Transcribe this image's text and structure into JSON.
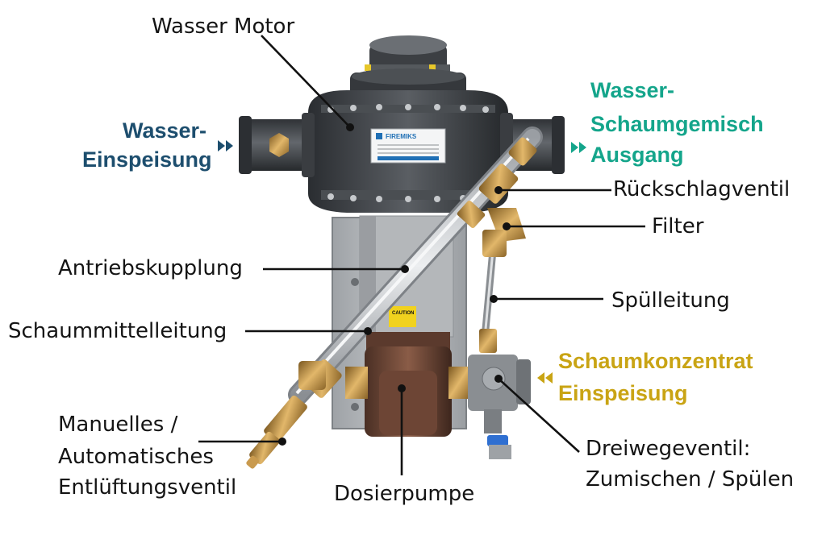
{
  "labels": {
    "wasser_motor": "Wasser Motor",
    "wasser_einspeisung": [
      "Wasser-",
      "Einspeisung"
    ],
    "ausgang": [
      "Wasser-",
      "Schaumgemisch",
      "Ausgang"
    ],
    "rueckschlagventil": "Rückschlagventil",
    "filter": "Filter",
    "antriebskupplung": "Antriebskupplung",
    "spuelleitung": "Spülleitung",
    "schaummittelleitung": "Schaummittelleitung",
    "schaumkonzentrat": [
      "Schaumkonzentrat",
      "Einspeisung"
    ],
    "entlueftungsventil": [
      "Manuelles /",
      "Automatisches",
      "Entlüftungsventil"
    ],
    "dreiwegeventil": [
      "Dreiwegeventil:",
      "Zumischen / Spülen"
    ],
    "dosierpumpe": "Dosierpumpe"
  },
  "device": {
    "brand": "FIREMIKS",
    "caution": "CAUTION"
  },
  "colors": {
    "inlet": "#1d4e6e",
    "outlet": "#14a58b",
    "concentrate": "#c9a414",
    "leader": "#111111"
  }
}
